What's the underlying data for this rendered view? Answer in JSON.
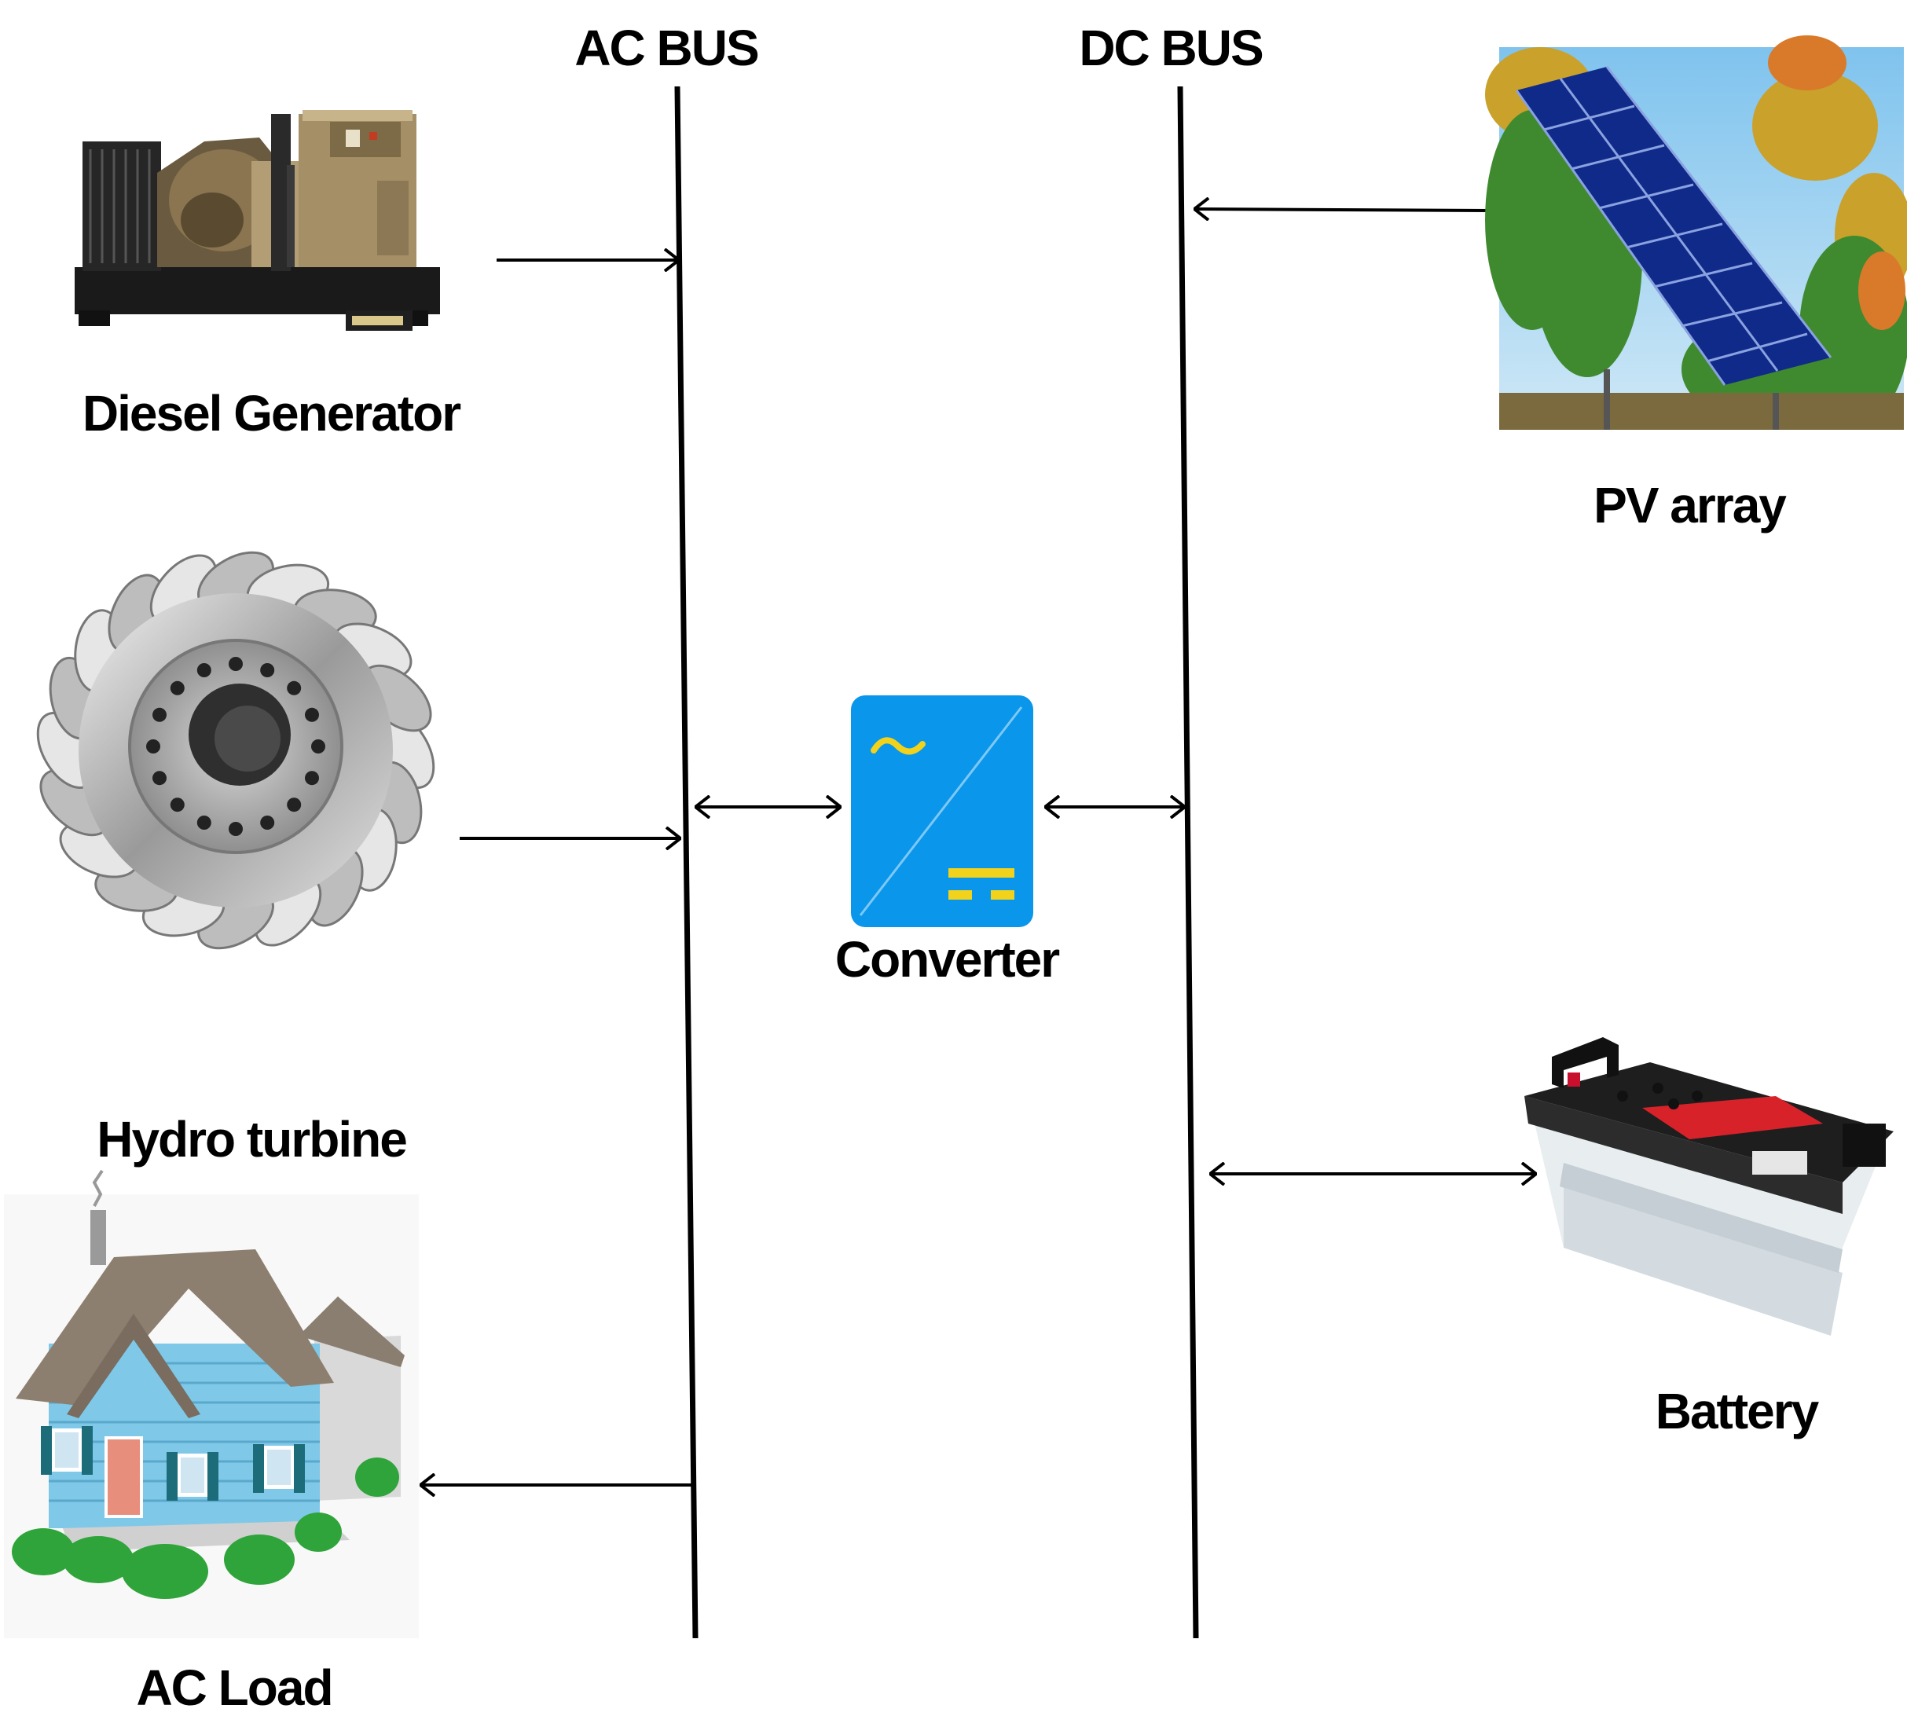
{
  "labels": {
    "ac_bus": "AC BUS",
    "dc_bus": "DC BUS",
    "diesel_generator": "Diesel Generator",
    "hydro_turbine": "Hydro turbine",
    "ac_load": "AC Load",
    "converter": "Converter",
    "pv_array": "PV array",
    "battery": "Battery"
  },
  "icons": {
    "diesel_generator": "diesel-generator-icon",
    "hydro_turbine": "pelton-wheel-icon",
    "ac_load": "house-icon",
    "converter": "ac-dc-converter-icon",
    "pv_array": "solar-panel-icon",
    "battery": "battery-icon"
  },
  "colors": {
    "converter_blue": "#0a96ea",
    "converter_symbol_yellow": "#f2d21b",
    "line": "#000000"
  }
}
